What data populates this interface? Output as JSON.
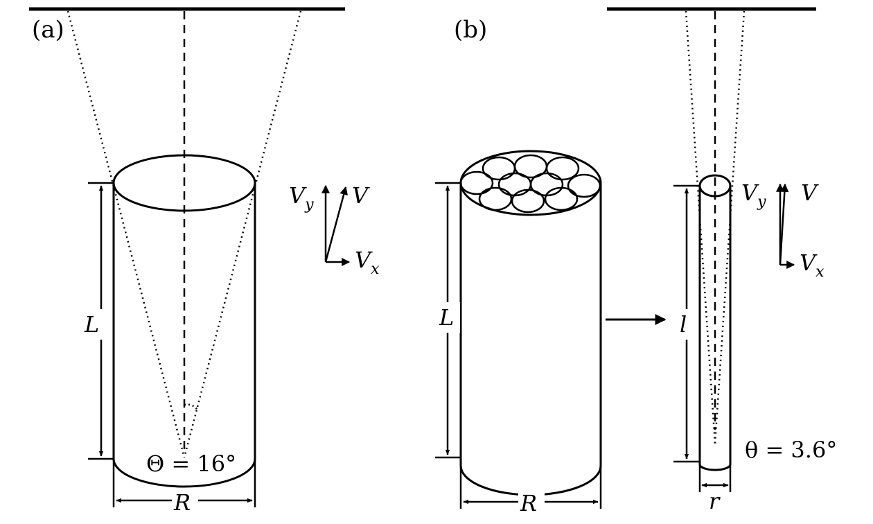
{
  "panel_a": {
    "tag": "(a)",
    "length_label": "L",
    "radius_label": "R",
    "angle_label": "Θ = 16°",
    "vectors": {
      "vy": "V",
      "vy_sub": "y",
      "v": "V",
      "vx": "V",
      "vx_sub": "x"
    }
  },
  "panel_b": {
    "tag": "(b)",
    "length_label": "L",
    "radius_label": "R",
    "sub_length_label": "l",
    "sub_radius_label": "r",
    "angle_label": "θ = 3.6°",
    "vectors": {
      "vy": "V",
      "vy_sub": "y",
      "v": "V",
      "vx": "V",
      "vx_sub": "x"
    }
  },
  "style": {
    "stroke_color": "#000000",
    "background": "#ffffff"
  }
}
